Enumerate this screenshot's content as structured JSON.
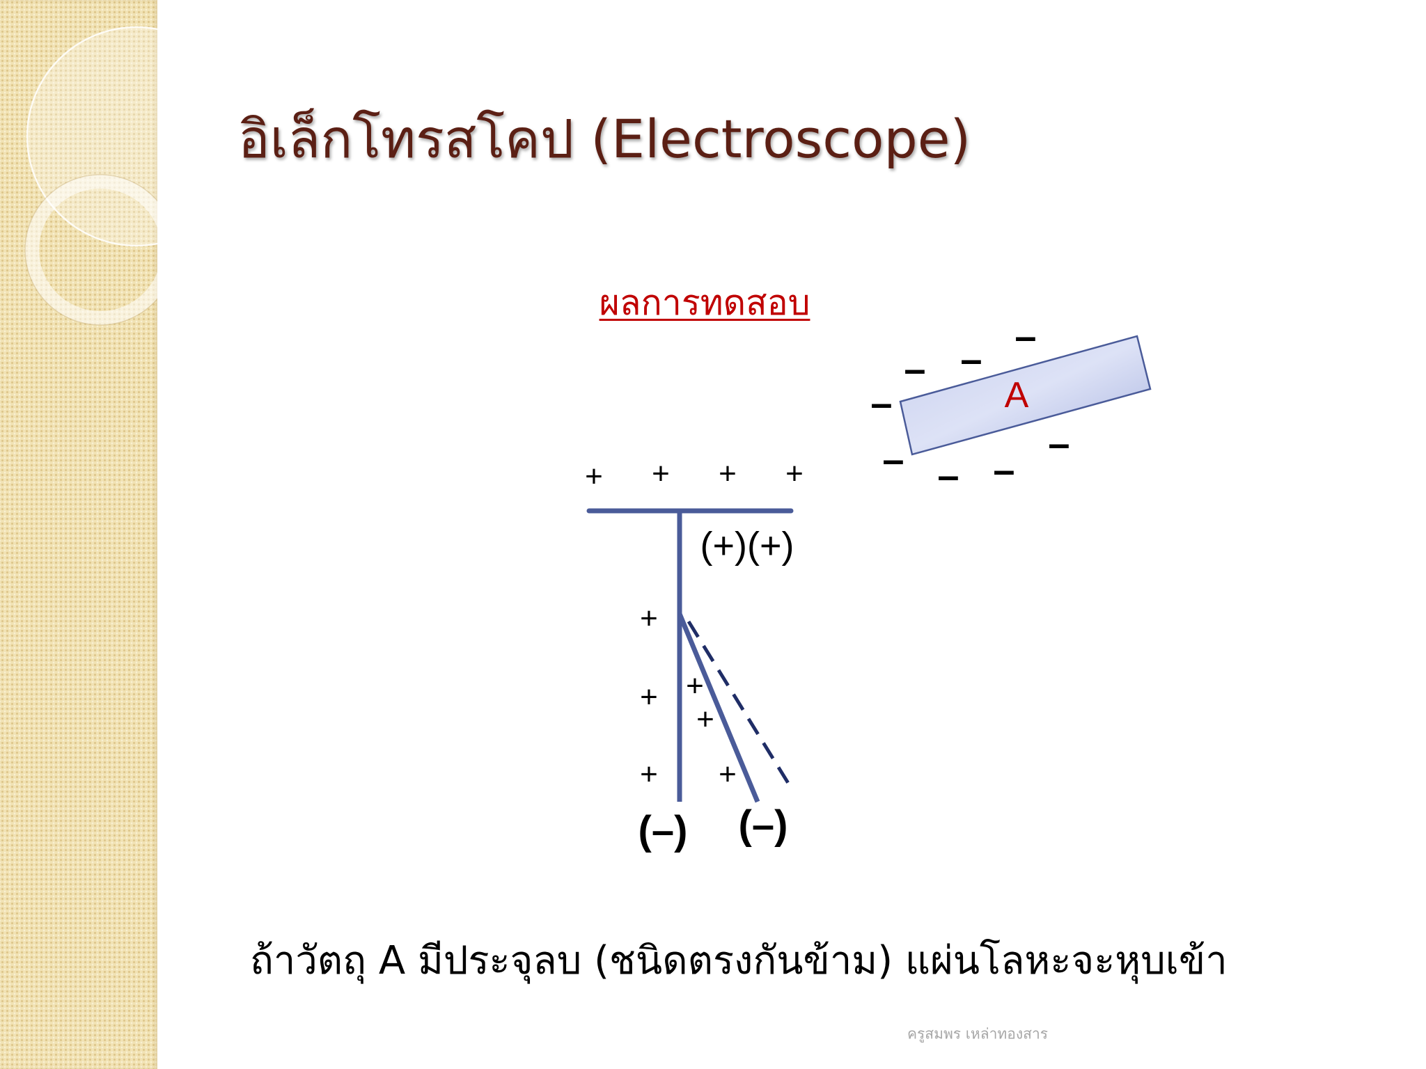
{
  "slide": {
    "title": "อิเล็กโทรสโคป (Electroscope)",
    "subtitle": "ผลการทดสอบ",
    "caption": "ถ้าวัตถุ A มีประจุลบ (ชนิดตรงกันข้าม) แผ่นโลหะจะหุบเข้า",
    "footer": "ครูสมพร เหล่าทองสาร"
  },
  "diagram": {
    "rod_label": "A",
    "rod_charges": [
      "–",
      "–",
      "–",
      "–",
      "–",
      "–",
      "–",
      "–"
    ],
    "top_plate_charges": [
      "+",
      "+",
      "+",
      "+"
    ],
    "inner_charge_label": "(+)(+)",
    "stem_charges": [
      "+",
      "+",
      "+"
    ],
    "leaf_charges": [
      "+",
      "+",
      "+"
    ],
    "bottom_labels": [
      "(–)",
      "(–)"
    ]
  },
  "colors": {
    "title": "#5b1f14",
    "subtitle": "#c00000",
    "rod_label": "#c00000",
    "electroscope_line": "#4a5b99",
    "dashed_leaf": "#1f2d66",
    "rod_stroke": "#4a5b99",
    "sidebar": "#f1e2b4",
    "footer": "#a6a6a6"
  }
}
